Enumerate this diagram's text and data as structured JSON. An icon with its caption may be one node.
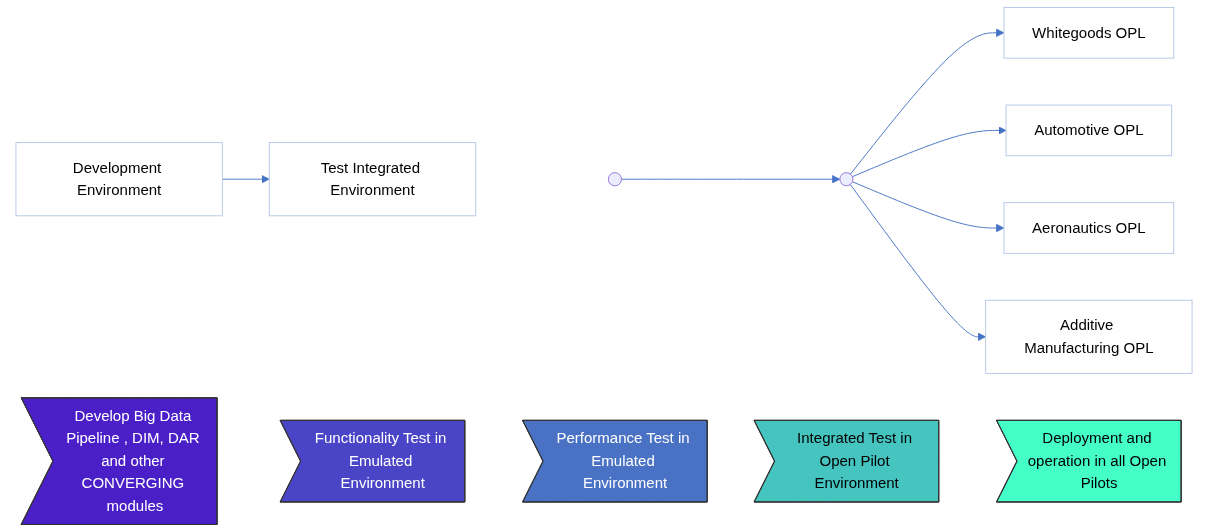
{
  "diagram": {
    "nodes": [
      {
        "text": [
          "Development Environment"
        ]
      },
      {
        "text": [
          "Test Integrated Environment"
        ]
      },
      {
        "text": [],
        "shape": "circle"
      },
      {
        "text": [],
        "shape": "circle"
      },
      {
        "text": [
          "Whitegoods OPL"
        ]
      },
      {
        "text": [
          "Automotive OPL"
        ]
      },
      {
        "text": [
          "Aeronautics OPL"
        ]
      },
      {
        "text": [
          "Additive Manufacturing OPL"
        ]
      },
      {
        "text": [
          "Develop Big Data Pipeline , DIM, DAR and other CONVERGING modules"
        ]
      },
      {
        "text": [
          "Functionality Test in Emulated Environment"
        ]
      },
      {
        "text": [
          "Performance Test in Emulated Environment"
        ]
      },
      {
        "text": [
          "Integrated Test in Open Pilot Environment"
        ]
      },
      {
        "text": [
          "Deployment and operation in all Open Pilots"
        ]
      }
    ],
    "edges": [
      {
        "from": 0,
        "to": 1,
        "arrow": "to"
      },
      {
        "from": 2,
        "to": 3,
        "arrow": "to"
      },
      {
        "from": 3,
        "to": 4,
        "arrow": "to"
      },
      {
        "from": 3,
        "to": 5,
        "arrow": "to"
      },
      {
        "from": 3,
        "to": 6,
        "arrow": "to"
      },
      {
        "from": 3,
        "to": 7,
        "arrow": "to"
      }
    ]
  }
}
